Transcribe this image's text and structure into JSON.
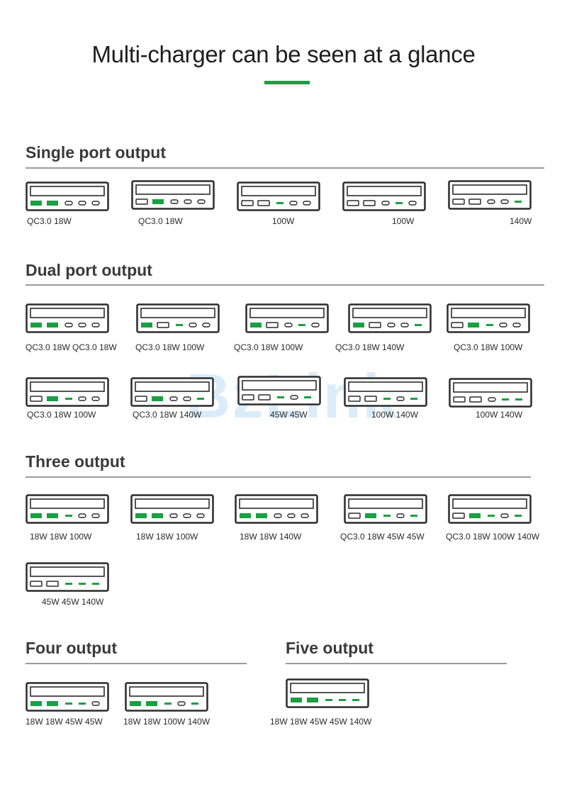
{
  "page": {
    "title": "Multi-charger can be seen at a glance",
    "accent_color": "#1aa041",
    "watermark": "BzLink"
  },
  "sections": [
    {
      "name": "single",
      "title": "Single port output",
      "chargers": [
        {
          "ports": [
            "gr",
            "gr",
            "c",
            "c",
            "c"
          ],
          "labels": [
            "QC3.0  18W"
          ]
        },
        {
          "ports": [
            "r",
            "gr",
            "c",
            "c",
            "c"
          ],
          "labels": [
            "QC3.0  18W"
          ]
        },
        {
          "ports": [
            "r",
            "r",
            "gc",
            "c",
            "c"
          ],
          "labels": [
            "100W"
          ]
        },
        {
          "ports": [
            "r",
            "r",
            "c",
            "gc",
            "c"
          ],
          "labels": [
            "100W"
          ]
        },
        {
          "ports": [
            "r",
            "r",
            "c",
            "c",
            "gc"
          ],
          "labels": [
            "140W"
          ]
        }
      ]
    },
    {
      "name": "dual",
      "title": "Dual port output",
      "chargers": [
        {
          "ports": [
            "gr",
            "gr",
            "c",
            "c",
            "c"
          ],
          "labels": [
            "QC3.0  18W  QC3.0  18W"
          ]
        },
        {
          "ports": [
            "gr",
            "r",
            "gc",
            "c",
            "c"
          ],
          "labels": [
            "QC3.0  18W  100W"
          ]
        },
        {
          "ports": [
            "gr",
            "r",
            "c",
            "gc",
            "c"
          ],
          "labels": [
            "QC3.0  18W        100W"
          ]
        },
        {
          "ports": [
            "gr",
            "r",
            "c",
            "c",
            "gc"
          ],
          "labels": [
            "QC3.0  18W              140W"
          ]
        },
        {
          "ports": [
            "r",
            "gr",
            "gc",
            "c",
            "c"
          ],
          "labels": [
            "QC3.0  18W    100W"
          ]
        },
        {
          "ports": [
            "r",
            "gr",
            "gc",
            "c",
            "c"
          ],
          "labels": [
            "QC3.0  18W    100W"
          ]
        },
        {
          "ports": [
            "r",
            "gr",
            "c",
            "c",
            "gc"
          ],
          "labels": [
            "QC3.0  18W    140W"
          ]
        },
        {
          "ports": [
            "r",
            "r",
            "gc",
            "c",
            "gc"
          ],
          "labels": [
            "45W  45W"
          ]
        },
        {
          "ports": [
            "r",
            "r",
            "gc",
            "c",
            "gc"
          ],
          "labels": [
            "100W  140W"
          ]
        },
        {
          "ports": [
            "r",
            "r",
            "c",
            "gc",
            "gc"
          ],
          "labels": [
            "100W  140W"
          ]
        }
      ]
    },
    {
      "name": "three",
      "title": "Three output",
      "chargers": [
        {
          "ports": [
            "gr",
            "gr",
            "gc",
            "c",
            "c"
          ],
          "labels": [
            "18W   18W   100W"
          ]
        },
        {
          "ports": [
            "gr",
            "gr",
            "c",
            "c",
            "c"
          ],
          "labels": [
            "18W   18W   100W"
          ]
        },
        {
          "ports": [
            "gr",
            "gr",
            "c",
            "c",
            "c"
          ],
          "labels": [
            "18W   18W   140W"
          ]
        },
        {
          "ports": [
            "r",
            "gr",
            "gc",
            "c",
            "gc"
          ],
          "labels": [
            "QC3.0  18W  45W  45W"
          ]
        },
        {
          "ports": [
            "r",
            "gr",
            "gc",
            "c",
            "gc"
          ],
          "labels": [
            "QC3.0  18W  100W  140W"
          ]
        },
        {
          "ports": [
            "r",
            "r",
            "gc",
            "gc",
            "gc"
          ],
          "labels": [
            "45W   45W   140W"
          ]
        }
      ]
    },
    {
      "name": "four",
      "title": "Four output",
      "chargers": [
        {
          "ports": [
            "gr",
            "gr",
            "gc",
            "gc",
            "c"
          ],
          "labels": [
            "18W  18W  45W  45W"
          ]
        },
        {
          "ports": [
            "gr",
            "gr",
            "gc",
            "c",
            "gc"
          ],
          "labels": [
            "18W  18W  100W  140W"
          ]
        }
      ]
    },
    {
      "name": "five",
      "title": "Five output",
      "chargers": [
        {
          "ports": [
            "gr",
            "gr",
            "gc",
            "gc",
            "gc"
          ],
          "labels": [
            "18W  18W  45W  45W  140W"
          ]
        }
      ]
    }
  ]
}
